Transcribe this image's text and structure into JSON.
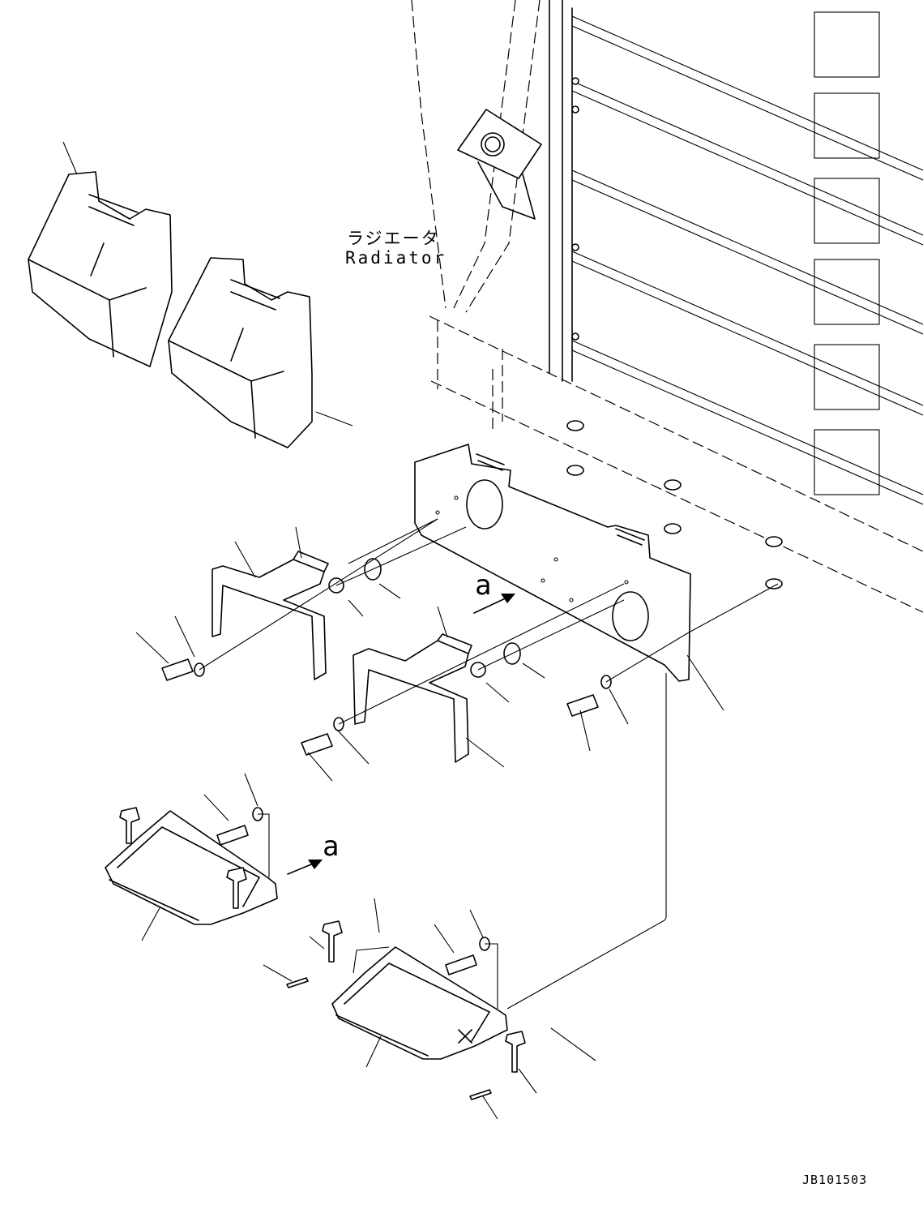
{
  "labels": {
    "radiator_jp": "ラジエータ",
    "radiator_en": "Radiator",
    "view_a_top": "a",
    "view_a_bottom": "a",
    "drawing_id": "JB101503"
  }
}
